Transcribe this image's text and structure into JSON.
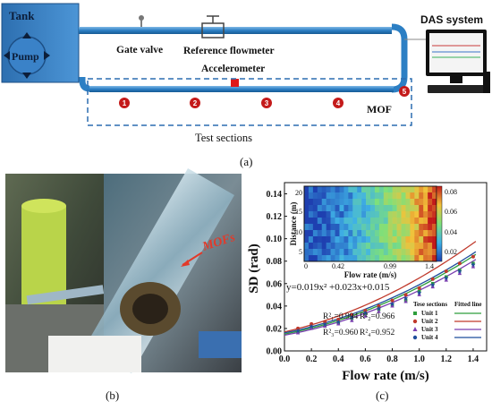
{
  "panel_a": {
    "tank": "Tank",
    "pump": "Pump",
    "gate_valve": "Gate valve",
    "flowmeter": "Reference flowmeter",
    "accelerometer": "Accelerometer",
    "das": "DAS system",
    "mof": "MOF",
    "test_sections": "Test sections",
    "markers": [
      "1",
      "2",
      "3",
      "4",
      "5"
    ],
    "caption": "(a)"
  },
  "panel_b": {
    "mof_label": "MOFs",
    "caption": "(b)"
  },
  "panel_c": {
    "caption": "(c)",
    "equation": "y=0.019x² +0.023x+0.015",
    "legend_header_left": "Tese sections",
    "legend_header_right": "Fitted line",
    "r2": [
      "R²₁=0.994",
      "R²₂=0.966",
      "R²₃=0.960",
      "R²₄=0.952"
    ]
  },
  "chart_data": [
    {
      "type": "scatter",
      "xlabel": "Flow rate (m/s)",
      "ylabel": "SD (rad)",
      "xlim": [
        0,
        1.5
      ],
      "ylim": [
        0,
        0.15
      ],
      "x_ticks": [
        "0.0",
        "0.2",
        "0.4",
        "0.6",
        "0.8",
        "1.0",
        "1.2",
        "1.4"
      ],
      "y_ticks": [
        "0.00",
        "0.02",
        "0.04",
        "0.06",
        "0.08",
        "0.10",
        "0.12",
        "0.14"
      ],
      "series": [
        {
          "name": "Unit 1",
          "color": "#2e9e3c",
          "marker": "square",
          "x": [
            0.1,
            0.2,
            0.3,
            0.4,
            0.5,
            0.6,
            0.7,
            0.8,
            0.9,
            1.0,
            1.1,
            1.2,
            1.3,
            1.4
          ],
          "y": [
            0.017,
            0.021,
            0.023,
            0.025,
            0.029,
            0.033,
            0.037,
            0.041,
            0.045,
            0.053,
            0.06,
            0.066,
            0.072,
            0.078
          ]
        },
        {
          "name": "Unit 2",
          "color": "#c0392b",
          "marker": "circle",
          "x": [
            0.1,
            0.2,
            0.3,
            0.4,
            0.5,
            0.6,
            0.7,
            0.8,
            0.9,
            1.0,
            1.1,
            1.2,
            1.3,
            1.4
          ],
          "y": [
            0.02,
            0.024,
            0.026,
            0.028,
            0.032,
            0.036,
            0.04,
            0.045,
            0.05,
            0.056,
            0.064,
            0.071,
            0.078,
            0.084
          ]
        },
        {
          "name": "Unit 3",
          "color": "#7a3fb0",
          "marker": "triangle",
          "x": [
            0.1,
            0.2,
            0.3,
            0.4,
            0.5,
            0.6,
            0.7,
            0.8,
            0.9,
            1.0,
            1.1,
            1.2,
            1.3,
            1.4
          ],
          "y": [
            0.016,
            0.02,
            0.022,
            0.024,
            0.027,
            0.031,
            0.035,
            0.04,
            0.044,
            0.05,
            0.057,
            0.063,
            0.069,
            0.075
          ]
        },
        {
          "name": "Unit 4",
          "color": "#1f4e9c",
          "marker": "star",
          "x": [
            0.1,
            0.2,
            0.3,
            0.4,
            0.5,
            0.6,
            0.7,
            0.8,
            0.9,
            1.0,
            1.1,
            1.2,
            1.3,
            1.4
          ],
          "y": [
            0.018,
            0.022,
            0.024,
            0.026,
            0.03,
            0.034,
            0.038,
            0.042,
            0.047,
            0.052,
            0.059,
            0.065,
            0.071,
            0.077
          ]
        }
      ],
      "fits": [
        {
          "name": "Unit 1",
          "color": "#2e9e3c",
          "coef": [
            0.019,
            0.023,
            0.015
          ]
        },
        {
          "name": "Unit 2",
          "color": "#c0392b",
          "coef": [
            0.021,
            0.027,
            0.017
          ]
        },
        {
          "name": "Unit 3",
          "color": "#7a3fb0",
          "coef": [
            0.018,
            0.022,
            0.014
          ]
        },
        {
          "name": "Unit 4",
          "color": "#1f4e9c",
          "coef": [
            0.019,
            0.024,
            0.016
          ]
        }
      ]
    },
    {
      "type": "heatmap",
      "xlabel": "Flow rate (m/s)",
      "ylabel": "Distance (m)",
      "x_ticks": [
        "0",
        "0.42",
        "0.99",
        "1.4"
      ],
      "y_ticks": [
        "20",
        "15",
        "10",
        "5"
      ],
      "colorbar_ticks": [
        "0.08",
        "0.06",
        "0.04",
        "0.02"
      ]
    }
  ]
}
